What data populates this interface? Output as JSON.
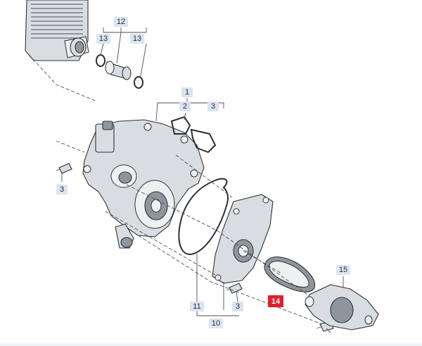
{
  "diagram": {
    "callouts": {
      "c1": "1",
      "c2": "2",
      "c3a": "3",
      "c3b": "3",
      "c3c": "3",
      "c10": "10",
      "c11": "11",
      "c12": "12",
      "c13a": "13",
      "c13b": "13",
      "c14": "14",
      "c15": "15"
    },
    "selected_part": "14",
    "colors": {
      "callout_bg": "#dce4ef",
      "selected_bg": "#e0202d"
    }
  }
}
